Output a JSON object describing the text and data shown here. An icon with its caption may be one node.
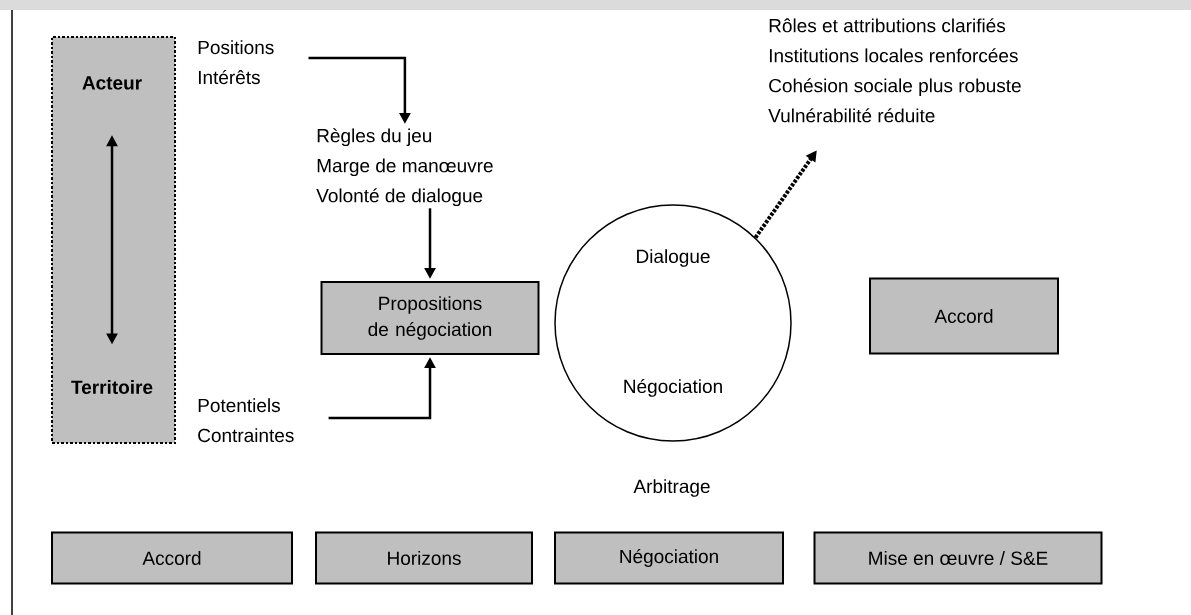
{
  "diagram": {
    "nodes": [
      {
        "text": [],
        "shape": "box"
      },
      {
        "text": [
          "Acteur"
        ],
        "in": 0
      },
      {
        "text": [
          "Territoire"
        ],
        "in": 0
      },
      {
        "text": [
          "Positions",
          "Intérêts"
        ]
      },
      {
        "text": [
          "Règles du jeu",
          "Marge de manœuvre",
          "Volonté de dialogue"
        ]
      },
      {
        "text": [
          "Propositions de négociation"
        ]
      },
      {
        "text": [
          "Potentiels",
          "Contraintes"
        ]
      },
      {
        "text": [
          "Dialogue",
          "Négociation"
        ]
      },
      {
        "text": [
          "Rôles et attributions clarifiés",
          "Institutions locales renforcées",
          "Cohésion sociale plus robuste",
          "Vulnérabilité réduite"
        ]
      },
      {
        "text": [
          "Accord"
        ]
      },
      {
        "text": [
          "Accord"
        ]
      },
      {
        "text": [
          "Horizons"
        ]
      },
      {
        "text": [
          "Négociation"
        ]
      },
      {
        "text": [
          "Mise en œuvre / S&E"
        ]
      }
    ],
    "edges": [
      {
        "from": 1,
        "to": 2,
        "arrow": "both"
      },
      {
        "from": 3,
        "to": 4,
        "arrow": "to"
      },
      {
        "from": 4,
        "to": 5,
        "arrow": "to"
      },
      {
        "from": 6,
        "to": 5,
        "arrow": "to"
      },
      {
        "from": 7,
        "to": 8,
        "arrow": "to",
        "style": "dashed"
      }
    ],
    "labels": [
      "Arbitrage"
    ]
  }
}
